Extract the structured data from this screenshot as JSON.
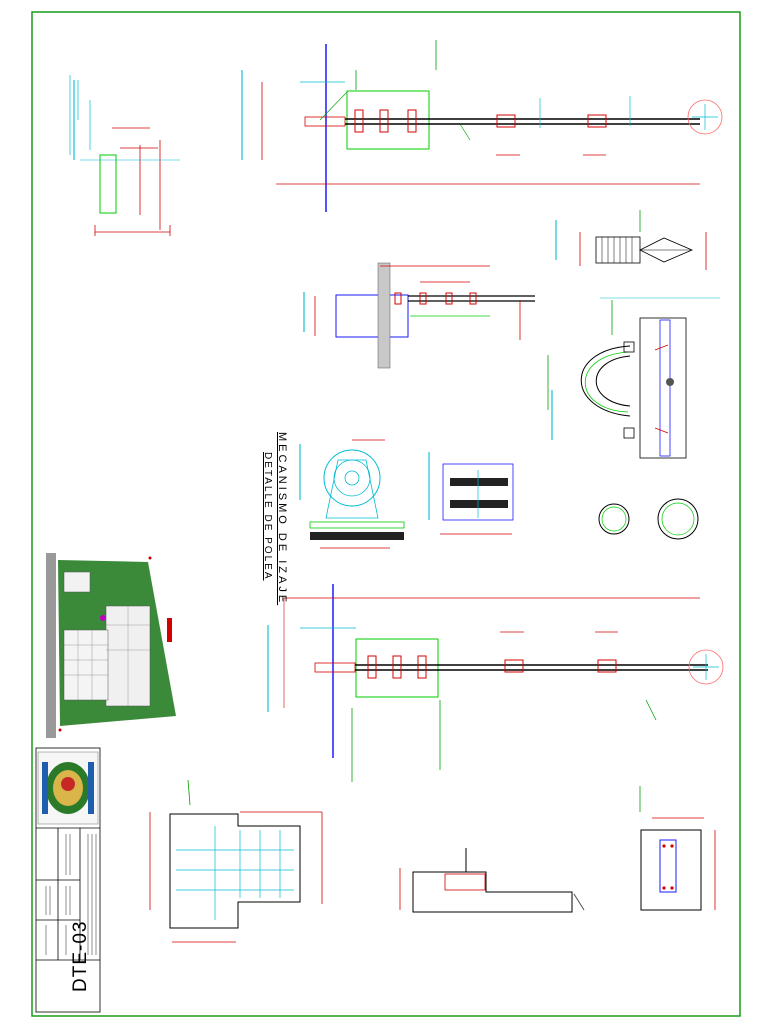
{
  "drawing": {
    "sheet_code": "DTE-03",
    "detail_titles": [
      "MECANISMO DE IZAJE",
      "DETALLE DE POLEA"
    ]
  },
  "colors": {
    "border": "#1a9b1a",
    "dimension": "#d40000",
    "centerline": "#00bcd4",
    "concrete": "#00cc00",
    "steel_axis": "#1a1aff",
    "label_green": "#00a000",
    "pulley_circle": "#ff6666",
    "hatch": "#555555"
  }
}
